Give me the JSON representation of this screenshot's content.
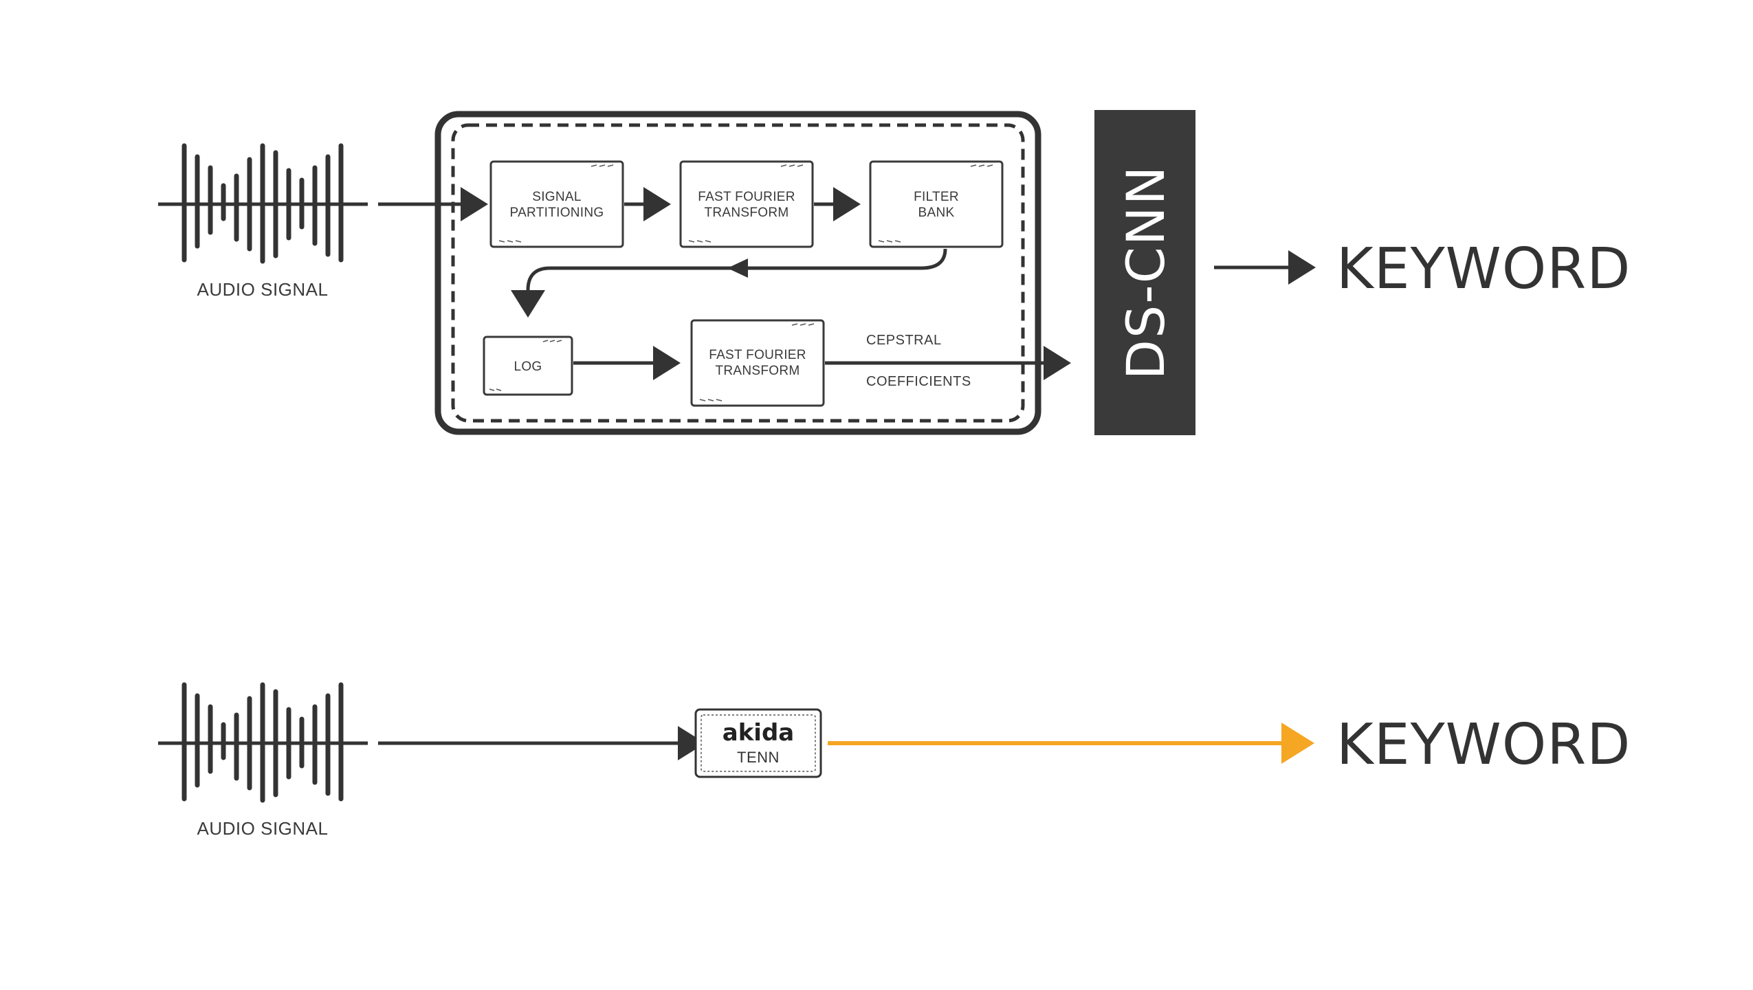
{
  "top_pipeline": {
    "audio_label": "AUDIO SIGNAL",
    "boxes": {
      "signal_partitioning": [
        "SIGNAL",
        "PARTITIONING"
      ],
      "fft_1": [
        "FAST FOURIER",
        "TRANSFORM"
      ],
      "filter_bank": [
        "FILTER",
        "BANK"
      ],
      "log": "LOG",
      "fft_2": [
        "FAST FOURIER",
        "TRANSFORM"
      ]
    },
    "cepstral_label_top": "CEPSTRAL",
    "cepstral_label_bottom": "COEFFICIENTS",
    "model_label": "DS-CNN",
    "output_label": "KEYWORD"
  },
  "bottom_pipeline": {
    "audio_label": "AUDIO SIGNAL",
    "chip_brand": "akida",
    "chip_model": "TENN",
    "output_label": "KEYWORD"
  },
  "colors": {
    "ink": "#333333",
    "dark_block": "#3a3a3a",
    "accent_arrow": "#f5a623"
  },
  "icons": [
    "waveform-icon",
    "arrow-right-icon",
    "arrow-left-icon",
    "arrow-down-icon"
  ]
}
